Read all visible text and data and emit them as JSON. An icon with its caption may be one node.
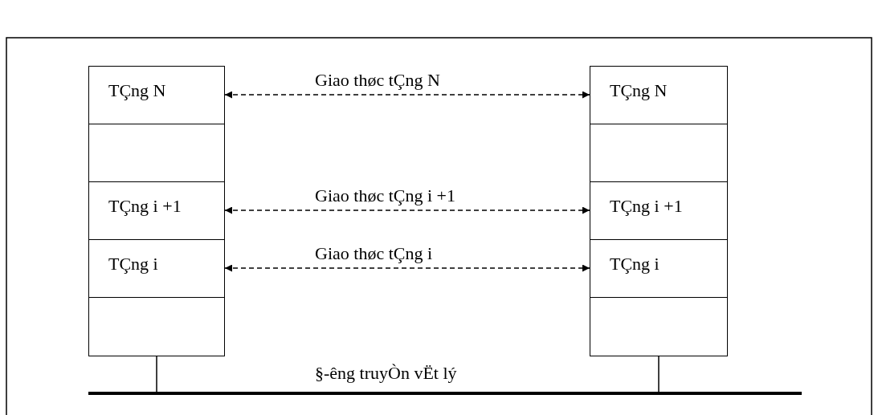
{
  "diagram": {
    "nodes": [
      {
        "text": [
          "TÇng N"
        ]
      },
      {
        "text": [],
        "shape": "box"
      },
      {
        "text": [
          "TÇng i +1"
        ]
      },
      {
        "text": [
          "TÇng i"
        ]
      },
      {
        "text": [],
        "shape": "box"
      },
      {
        "text": [
          "TÇng N"
        ]
      },
      {
        "text": [],
        "shape": "box"
      },
      {
        "text": [
          "TÇng i +1"
        ]
      },
      {
        "text": [
          "TÇng i"
        ]
      },
      {
        "text": [],
        "shape": "box"
      },
      {
        "text": [
          "§-êng truyÒn vËt lý"
        ]
      }
    ],
    "edges": [
      {
        "from": 0,
        "to": 5,
        "arrow": "both",
        "style": "dashed",
        "label": "Giao thøc tÇng N"
      },
      {
        "from": 2,
        "to": 7,
        "arrow": "both",
        "style": "dashed",
        "label": "Giao thøc tÇng i +1"
      },
      {
        "from": 3,
        "to": 8,
        "arrow": "both",
        "style": "dashed",
        "label": "Giao thøc tÇng i"
      },
      {
        "from": 4,
        "to": 10,
        "arrow": "none"
      },
      {
        "from": 9,
        "to": 10,
        "arrow": "none"
      }
    ]
  }
}
